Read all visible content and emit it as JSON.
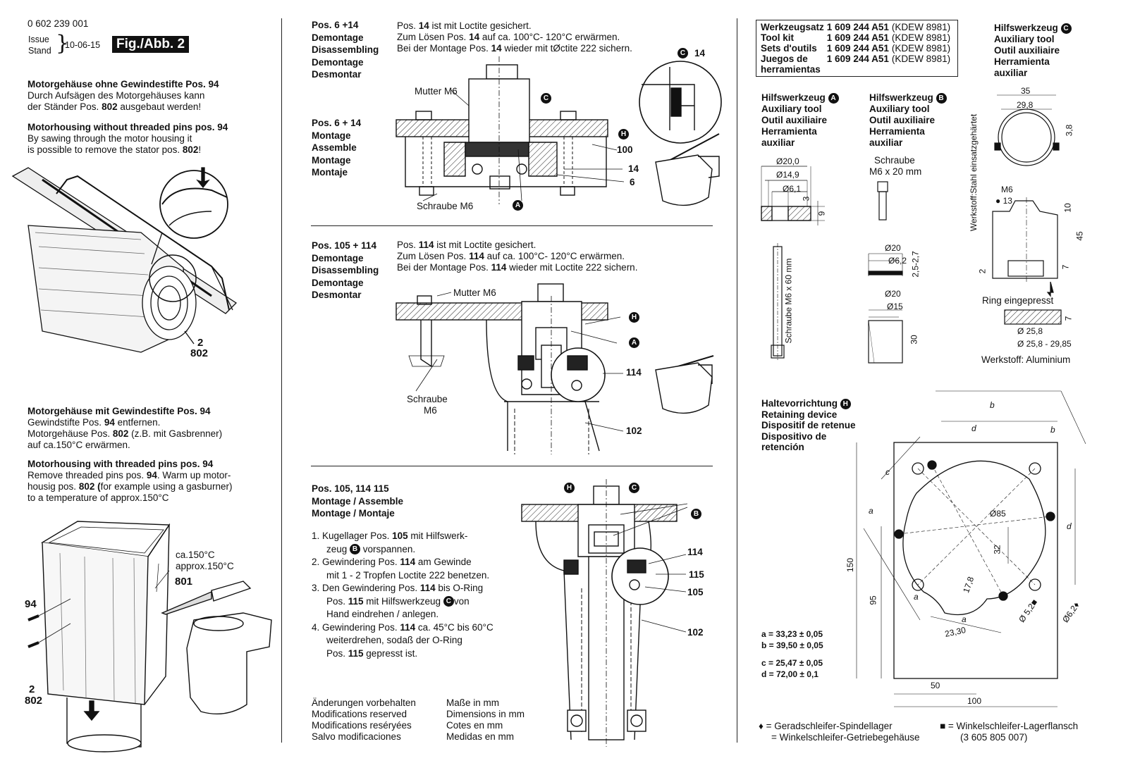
{
  "header": {
    "part_no": "0 602 239 001",
    "issue": "Issue",
    "stand": "Stand",
    "date": "10-06-15",
    "fig": "Fig./Abb. 2"
  },
  "col1": {
    "sec1_title_de": "Motorgehäuse ohne Gewindestifte Pos. 94",
    "sec1_de_1": "Durch Aufsägen des Motorgehäuses kann",
    "sec1_de_2a": "der Ständer Pos. ",
    "sec1_de_2b": "802",
    "sec1_de_2c": " ausgebaut werden!",
    "sec1_title_en": "Motorhousing without threaded pins pos. 94",
    "sec1_en_1": "By sawing through the motor housing it",
    "sec1_en_2a": "is possible to remove the stator pos. ",
    "sec1_en_2b": "802",
    "sec1_en_2c": "!",
    "fig1_num_a": "2",
    "fig1_num_b": "802",
    "sec2_title_de": "Motorgehäuse mit Gewindestifte Pos. 94",
    "sec2_de_1a": "Gewindstifte Pos. ",
    "sec2_de_1b": "94",
    "sec2_de_1c": " entfernen.",
    "sec2_de_2a": "Motorgehäuse Pos. ",
    "sec2_de_2b": "802",
    "sec2_de_2c": " (z.B. mit Gasbrenner)",
    "sec2_de_3": "auf ca.150°C erwärmen.",
    "sec2_title_en": "Motorhousing with threaded pins pos. 94",
    "sec2_en_1a": "Remove threaded pins pos. ",
    "sec2_en_1b": "94",
    "sec2_en_1c": ". Warm up motor-",
    "sec2_en_2a": "housig pos. ",
    "sec2_en_2b": "802 (",
    "sec2_en_2c": "for example using a gasburner)",
    "sec2_en_3": "to a temperature of approx.150°C",
    "temp_1": "ca.150°C",
    "temp_2": "approx.150°C",
    "n801": "801",
    "n94": "94",
    "n2": "2",
    "n802": "802"
  },
  "col2": {
    "s1_pos": "Pos. 6 +14",
    "s1_l1": "Demontage",
    "s1_l2": "Disassembling",
    "s1_l3": "Demontage",
    "s1_l4": "Desmontar",
    "s1_t1a": "Pos. ",
    "s1_t1b": "14",
    "s1_t1c": " ist mit Loctite gesichert.",
    "s1_t2a": "Zum Lösen Pos. ",
    "s1_t2b": "14",
    "s1_t2c": " auf ca. 100°C- 120°C erwärmen.",
    "s1_t3a": "Bei der Montage Pos. ",
    "s1_t3b": "14",
    "s1_t3c": " wieder mit tØctite 222 sichern.",
    "s1b_pos": "Pos. 6 + 14",
    "s1b_l1": "Montage",
    "s1b_l2": "Assemble",
    "s1b_l3": "Montage",
    "s1b_l4": "Montaje",
    "f1_mutter": "Mutter M6",
    "f1_schraube": "Schraube M6",
    "f1_100": "100",
    "f1_14": "14",
    "f1_6": "6",
    "f1_c14": "14",
    "s2_pos": "Pos. 105 + 114",
    "s2_l1": "Demontage",
    "s2_l2": "Disassembling",
    "s2_l3": "Demontage",
    "s2_l4": "Desmontar",
    "s2_t1a": "Pos. ",
    "s2_t1b": "114",
    "s2_t1c": " ist mit Loctite gesichert.",
    "s2_t2a": "Zum Lösen Pos. ",
    "s2_t2b": "114",
    "s2_t2c": " auf ca. 100°C- 120°C erwärmen.",
    "s2_t3a": "Bei der Montage Pos. ",
    "s2_t3b": "114",
    "s2_t3c": " wieder mit Loctite 222 sichern.",
    "f2_mutter": "Mutter M6",
    "f2_schraube1": "Schraube",
    "f2_schraube2": "M6",
    "f2_114": "114",
    "f2_102": "102",
    "s3_pos": "Pos. 105, 114   115",
    "s3_l1": "Montage / Assemble",
    "s3_l2": "Montage / Montaje",
    "steps": [
      [
        "1. Kugellager Pos. ",
        "105",
        " mit Hilfswerk-"
      ],
      [
        "zeug ",
        "",
        " vorspannen."
      ],
      [
        "2. Gewindering Pos. ",
        "114",
        " am Gewinde"
      ],
      [
        "mit 1 - 2 Tropfen Loctite 222 benetzen.",
        "",
        ""
      ],
      [
        "3. Den Gewindering Pos. ",
        "114",
        " bis O-Ring"
      ],
      [
        "Pos. ",
        "115",
        " mit Hilfswerkzeug "
      ],
      [
        "Hand eindrehen / anlegen.",
        "",
        ""
      ],
      [
        "4. Gewindering Pos. ",
        "114",
        " ca. 45°C bis 60°C"
      ],
      [
        "weiterdrehen, sodaß der O-Ring",
        "",
        ""
      ],
      [
        "Pos. ",
        "115",
        " gepresst ist."
      ]
    ],
    "step_von": "von",
    "f3_114": "114",
    "f3_115": "115",
    "f3_105": "105",
    "f3_102": "102",
    "mod_1": "Änderungen vorbehalten",
    "mod_2": "Modifications reserved",
    "mod_3": "Modifications reséryées",
    "mod_4": "Salvo modificaciones",
    "dim_1": "Maße in mm",
    "dim_2": "Dimensions in mm",
    "dim_3": "Cotes en mm",
    "dim_4": "Medidas en mm"
  },
  "col3": {
    "kit_rows": [
      [
        "Werkzeugsatz",
        "1 609 244 A51",
        "(KDEW 8981)"
      ],
      [
        "Tool kit",
        "1 609 244 A51",
        "(KDEW 8981)"
      ],
      [
        "Sets d'outils",
        "1 609 244 A51",
        "(KDEW 8981)"
      ],
      [
        "Juegos de",
        "1 609 244 A51",
        "(KDEW 8981)"
      ],
      [
        "herramientas",
        "",
        ""
      ]
    ],
    "toolA": [
      "Hilfswerkzeug",
      "Auxiliary tool",
      "Outil auxiliaire",
      "Herramienta",
      "auxiliar"
    ],
    "toolB": [
      "Hilfswerkzeug",
      "Auxiliary tool",
      "Outil auxiliaire",
      "Herramienta",
      "auxiliar"
    ],
    "toolC": [
      "Hilfswerkzeug",
      "Auxiliary tool",
      "Outil auxiliaire",
      "Herramienta",
      "auxiliar"
    ],
    "a_d20": "Ø20,0",
    "a_d149": "Ø14,9",
    "a_d61": "Ø6,1",
    "a_3": "3",
    "a_9": "9",
    "a_screw": "Schraube M6 x 60 mm",
    "b_screw1": "Schraube",
    "b_screw2": "M6 x 20 mm",
    "b_d20": "Ø20",
    "b_d62": "Ø6,2",
    "b_27": "2,5-2,7",
    "b_d20b": "Ø20",
    "b_d15": "Ø15",
    "b_30": "30",
    "c_35": "35",
    "c_298": "29,8",
    "c_38": "3,8",
    "c_m6": "M6",
    "c_13": "13",
    "c_10": "10",
    "c_45": "45",
    "c_7": "7",
    "c_2": "2",
    "c_mat": "Werkstoff:Stahl einsatzgehärtet",
    "c_ring": "Ring eingepresst",
    "c_7b": "7",
    "c_258": "Ø 25,8",
    "c_2985": "Ø 25,8 - 29,85",
    "c_alu": "Werkstoff: Aluminium",
    "h_title": [
      "Haltevorrichtung",
      "Retaining device",
      "Dispositif de retenue",
      "Dispositivo de",
      "retención"
    ],
    "h_b1": "b",
    "h_d": "d",
    "h_b2": "b",
    "h_c": "c",
    "h_a1": "a",
    "h_d85": "Ø85",
    "h_d2": "d",
    "h_32": "32",
    "h_178": "17,8",
    "h_150": "150",
    "h_95": "95",
    "h_a2": "a",
    "h_a3": "a",
    "h_52": "Ø 5,2",
    "h_62": "Ø6,2",
    "h_23": "23,30",
    "h_50": "50",
    "h_100": "100",
    "val_a": "a  = 33,23 ± 0,05",
    "val_b": "b  = 39,50 ± 0,05",
    "val_c": "c  = 25,47 ± 0,05",
    "val_d": "d  = 72,00 ± 0,1",
    "leg1a": "♦ = Geradschleifer-Spindellager",
    "leg1b": "= Winkelschleifer-Getriebegehäuse",
    "leg2a": "■ = Winkelschleifer-Lagerflansch",
    "leg2b": "(3 605 805 007)"
  }
}
